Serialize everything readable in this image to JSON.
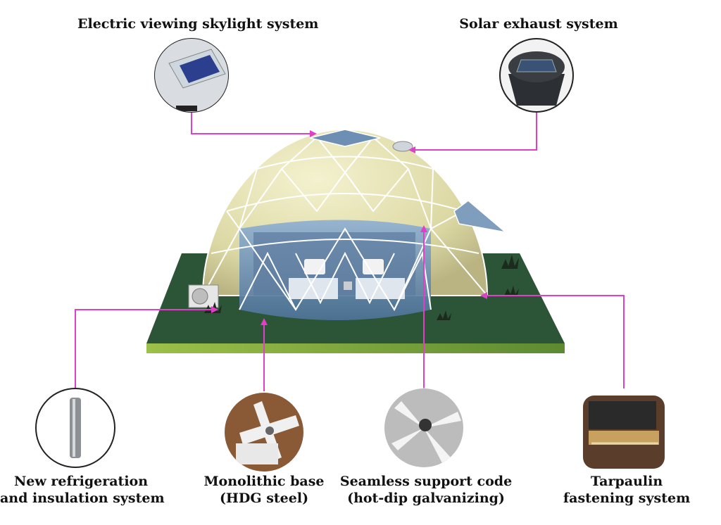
{
  "callouts": {
    "skylight": {
      "title": "Electric viewing skylight system"
    },
    "solar": {
      "title": "Solar exhaust system"
    },
    "refrigeration": {
      "line1": "New refrigeration",
      "line2": "and insulation system"
    },
    "base": {
      "line1": "Monolithic base",
      "line2": "(HDG steel)"
    },
    "support": {
      "line1": "Seamless support code",
      "line2": "(hot-dip galvanizing)"
    },
    "tarpaulin": {
      "line1": "Tarpaulin",
      "line2": "fastening system"
    }
  },
  "colors": {
    "leader": "#e040c8",
    "dome_panel": "#e9e6b8",
    "dome_frame": "#ffffff",
    "glass": "#6b8fb5",
    "ground": "#2f5a3a",
    "ground_edge": "#a8c34a"
  }
}
